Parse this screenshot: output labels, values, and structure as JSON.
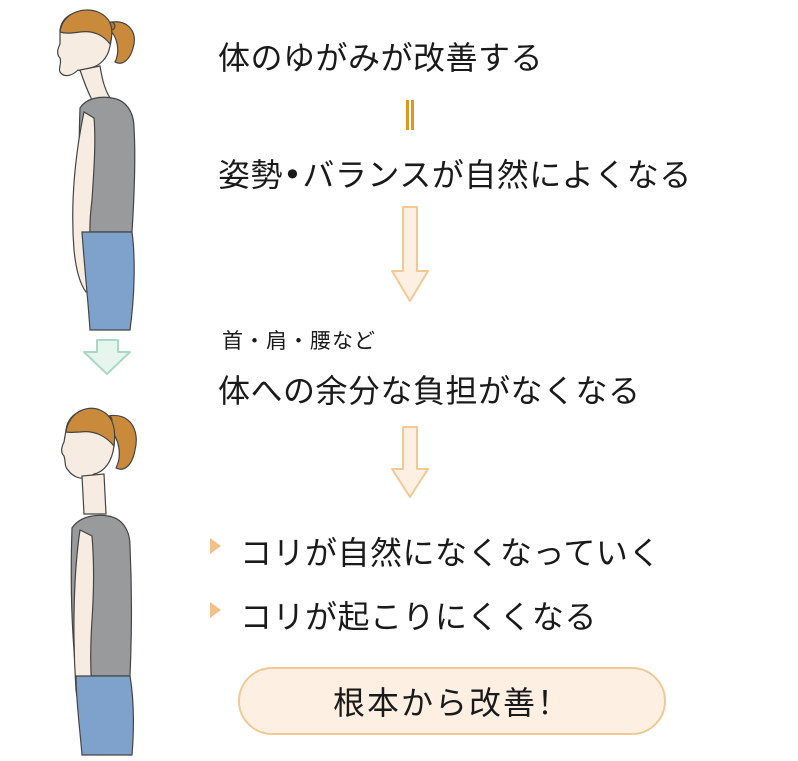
{
  "chain": {
    "line1": "体のゆがみが改善する",
    "line2": "姿勢•バランスが自然によくなる",
    "line3_sub": "首・肩・腰など",
    "line3": "体への余分な負担がなくなる"
  },
  "results": [
    "コリが自然になくなっていく",
    "コリが起こりにくくなる"
  ],
  "conclusion": "根本から改善！",
  "colors": {
    "equals": "#e0951c",
    "arrow_fill": "#fdf0e3",
    "arrow_stroke": "#f2c895",
    "bullet": "#f2c08a",
    "pill_fill": "#fdf0e3",
    "pill_stroke": "#f2c895",
    "figure_arrow_fill": "#e6f5ee",
    "figure_arrow_stroke": "#a9d9c2",
    "shirt": "#999a9c",
    "jeans": "#7fa2cc",
    "hair": "#c98a3c"
  },
  "icons": {
    "equals": "double-line-equals",
    "down_arrow": "down-arrow",
    "bullet": "triangle-bullet"
  }
}
